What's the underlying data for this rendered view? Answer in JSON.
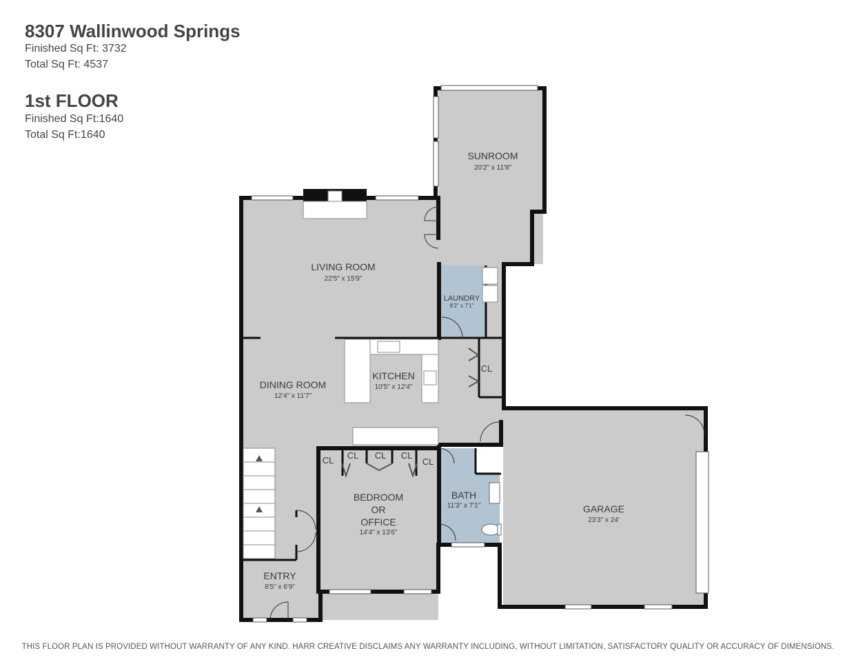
{
  "header": {
    "address": "8307 Wallinwood Springs",
    "finished_total": "Finished Sq Ft: 3732",
    "total_total": "Total Sq Ft: 4537",
    "floor_title": "1st FLOOR",
    "floor_finished": "Finished Sq Ft:1640",
    "floor_total": "Total Sq Ft:1640"
  },
  "rooms": {
    "sunroom": {
      "name": "SUNROOM",
      "dims": "20'2\" x 11'8\""
    },
    "living": {
      "name": "LIVING ROOM",
      "dims": "22'5\" x 15'9\""
    },
    "laundry": {
      "name": "LAUNDRY",
      "dims": "8'2\" x 7'1\""
    },
    "kitchen": {
      "name": "KITCHEN",
      "dims": "10'5\" x 12'4\""
    },
    "dining": {
      "name": "DINING ROOM",
      "dims": "12'4\" x 11'7\""
    },
    "bedroom": {
      "name_line1": "BEDROOM",
      "name_line2": "OR",
      "name_line3": "OFFICE",
      "dims": "14'4\" x 13'6\""
    },
    "bath": {
      "name": "BATH",
      "dims": "11'3\" x 7'1\""
    },
    "garage": {
      "name": "GARAGE",
      "dims": "23'3\" x  24'"
    },
    "entry": {
      "name": "ENTRY",
      "dims": "8'5\" x 6'9\""
    }
  },
  "closet_label": "CL",
  "colors": {
    "floor": "#cbcbcb",
    "wet_room": "#b2c3d2",
    "wall": "#111111",
    "window": "#ffffff"
  },
  "footer": "THIS FLOOR PLAN IS PROVIDED WITHOUT WARRANTY OF ANY KIND. HARR CREATIVE DISCLAIMS ANY WARRANTY INCLUDING, WITHOUT LIMITATION, SATISFACTORY QUALITY OR ACCURACY OF DIMENSIONS."
}
